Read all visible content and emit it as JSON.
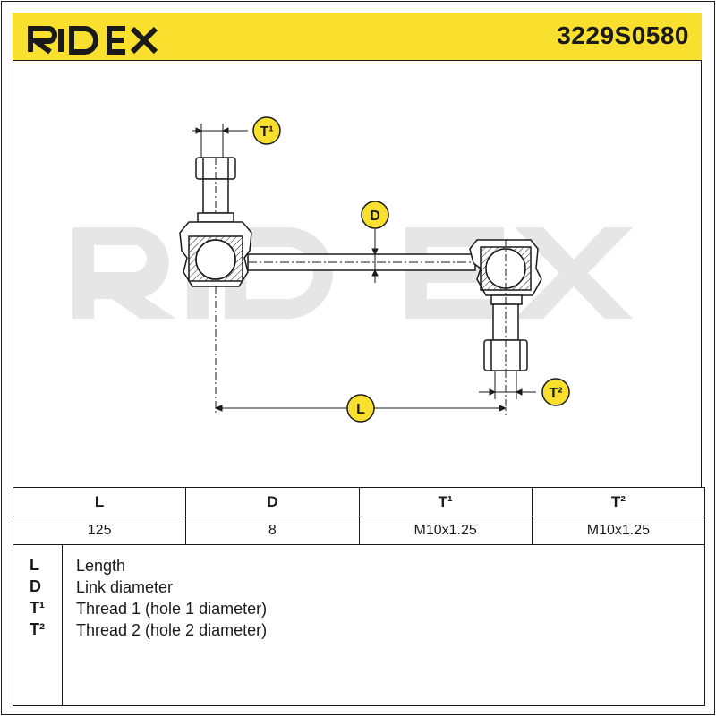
{
  "header": {
    "brand": "RIDEX",
    "part_number": "3229S0580",
    "accent_color": "#f9e02e"
  },
  "drawing": {
    "watermark": "RIDEX",
    "labels": {
      "t1": "T¹",
      "d": "D",
      "l": "L",
      "t2": "T²"
    }
  },
  "spec_table": {
    "headers": [
      "L",
      "D",
      "T¹",
      "T²"
    ],
    "values": [
      "125",
      "8",
      "M10x1.25",
      "M10x1.25"
    ]
  },
  "legend": [
    {
      "symbol": "L",
      "description": "Length"
    },
    {
      "symbol": "D",
      "description": "Link diameter"
    },
    {
      "symbol": "T¹",
      "description": "Thread 1 (hole 1 diameter)"
    },
    {
      "symbol": "T²",
      "description": "Thread 2 (hole 2 diameter)"
    }
  ]
}
